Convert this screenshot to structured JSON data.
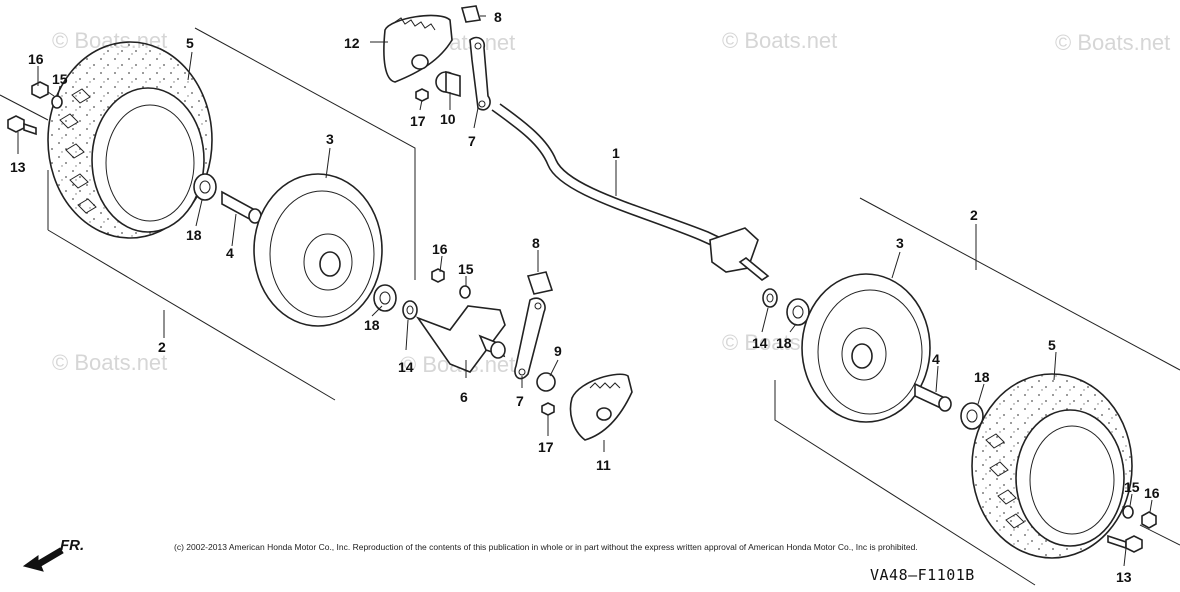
{
  "watermark": "© Boats.net",
  "copyright": "(c) 2002-2013 American Honda Motor Co., Inc. Reproduction of the contents of this publication in whole or in part without the express written approval of American Honda Motor Co., Inc is prohibited.",
  "diagram_code": "VA48—F1101B",
  "direction_label": "FR.",
  "callouts": {
    "c1": "1",
    "c2a": "2",
    "c2b": "2",
    "c3a": "3",
    "c3b": "3",
    "c4a": "4",
    "c4b": "4",
    "c5a": "5",
    "c5b": "5",
    "c6": "6",
    "c7a": "7",
    "c7b": "7",
    "c8a": "8",
    "c8b": "8",
    "c9": "9",
    "c10": "10",
    "c11": "11",
    "c12": "12",
    "c13a": "13",
    "c13b": "13",
    "c14a": "14",
    "c14b": "14",
    "c15a": "15",
    "c15b": "15",
    "c15c": "15",
    "c16a": "16",
    "c16b": "16",
    "c16c": "16",
    "c17a": "17",
    "c17b": "17",
    "c18a": "18",
    "c18b": "18",
    "c18c": "18",
    "c18d": "18"
  }
}
